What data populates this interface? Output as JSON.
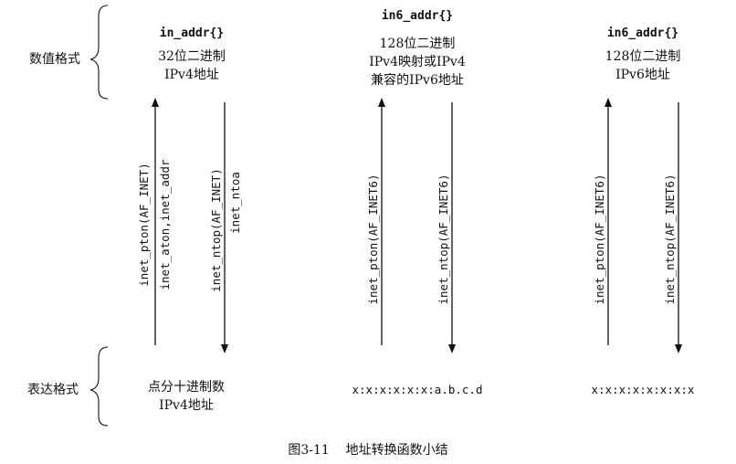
{
  "row_labels": {
    "numeric": "数值格式",
    "presentation": "表达格式"
  },
  "columns": [
    {
      "struct": "in_addr{}",
      "numeric_lines": [
        "32位二进制",
        "IPv4地址"
      ],
      "up_labels": [
        "inet_pton(AF_INET)",
        "inet_aton,inet_addr"
      ],
      "down_labels": [
        "inet_ntop(AF_INET)",
        "inet_ntoa"
      ],
      "presentation_lines": [
        "点分十进制数",
        "IPv4地址"
      ]
    },
    {
      "struct": "in6_addr{}",
      "numeric_lines": [
        "128位二进制",
        "IPv4映射或IPv4",
        "兼容的IPv6地址"
      ],
      "up_labels": [
        "inet_pton(AF_INET6)"
      ],
      "down_labels": [
        "inet_ntop(AF_INET6)"
      ],
      "presentation_lines": [
        "x:x:x:x:x:x:a.b.c.d"
      ]
    },
    {
      "struct": "in6_addr{}",
      "numeric_lines": [
        "128位二进制",
        "IPv6地址"
      ],
      "up_labels": [
        "inet_pton(AF_INET6)"
      ],
      "down_labels": [
        "inet_ntop(AF_INET6)"
      ],
      "presentation_lines": [
        "x:x:x:x:x:x:x:x"
      ]
    }
  ],
  "caption": "图3-11    地址转换函数小结"
}
